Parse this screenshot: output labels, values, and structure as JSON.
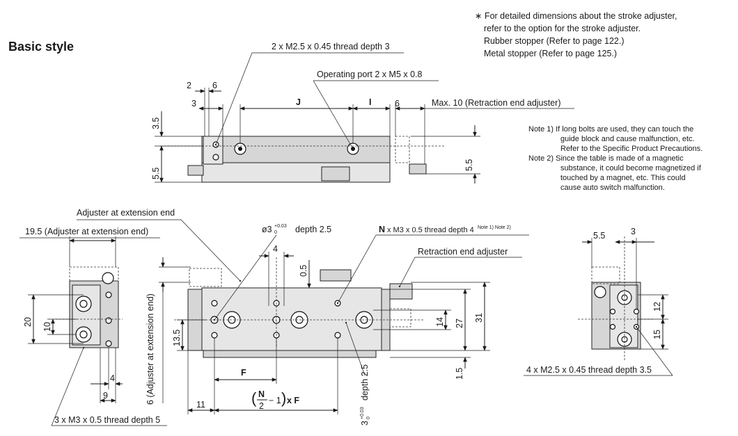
{
  "title": "Basic style",
  "top_note": {
    "line1": "∗ For detailed dimensions about the stroke adjuster,",
    "line2": "refer to the option for the stroke adjuster.",
    "line3": "Rubber stopper (Refer to page 122.)",
    "line4": "Metal stopper (Refer to page 125.)"
  },
  "notes": {
    "n1_l1": "Note 1)  If long bolts are used, they can touch the",
    "n1_l2": "guide block and cause malfunction, etc.",
    "n1_l3": "Refer to the Specific Product Precautions.",
    "n2_l1": "Note 2)  Since the table is made of a magnetic",
    "n2_l2": "substance, it could become magnetized if",
    "n2_l3": "touched by a magnet, etc. This could",
    "n2_l4": "cause auto switch malfunction."
  },
  "top_view": {
    "thread": "2 x M2.5 x 0.45 thread depth 3",
    "port": "Operating port 2 x M5 x 0.8",
    "max": "Max. 10 (Retraction end adjuster)",
    "d2": "2",
    "d6a": "6",
    "d3": "3",
    "J": "J",
    "I": "I",
    "d6b": "6",
    "d35": "3.5",
    "d55a": "5.5",
    "d55b": "5.5"
  },
  "left_view": {
    "adjuster": "Adjuster at extension end",
    "d195": "19.5 (Adjuster at extension end)",
    "d20": "20",
    "d10": "10",
    "d4": "4",
    "d9": "9",
    "thread": "3 x M3 x 0.5 thread depth 5"
  },
  "front_view": {
    "vert_label": "6 (Adjuster at extension end)",
    "pin_pre": "ø3",
    "pin_tol_up": "+0.03",
    "pin_tol_dn": "0",
    "pin_post": "depth 2.5",
    "d4": "4",
    "d05": "0.5",
    "n_thread_N": "N",
    "n_thread": "x M3 x 0.5 thread depth 4",
    "n_thread_note": "Note 1) Note 2)",
    "retraction": "Retraction end adjuster",
    "d135": "13.5",
    "d14": "14",
    "d27": "27",
    "d31": "31",
    "d15": "1.5",
    "F": "F",
    "d11": "11",
    "nf_N": "N",
    "nf_2": "2",
    "nf_rest": "− 1",
    "nf_xF": "x F",
    "bottom_pre": "3",
    "bottom_tol_up": "+0.03",
    "bottom_tol_dn": "0",
    "bottom_post": "depth 2.5"
  },
  "right_view": {
    "d55": "5.5",
    "d3": "3",
    "d12": "12",
    "d15": "15",
    "thread": "4 x M2.5 x 0.45 thread depth 3.5"
  }
}
